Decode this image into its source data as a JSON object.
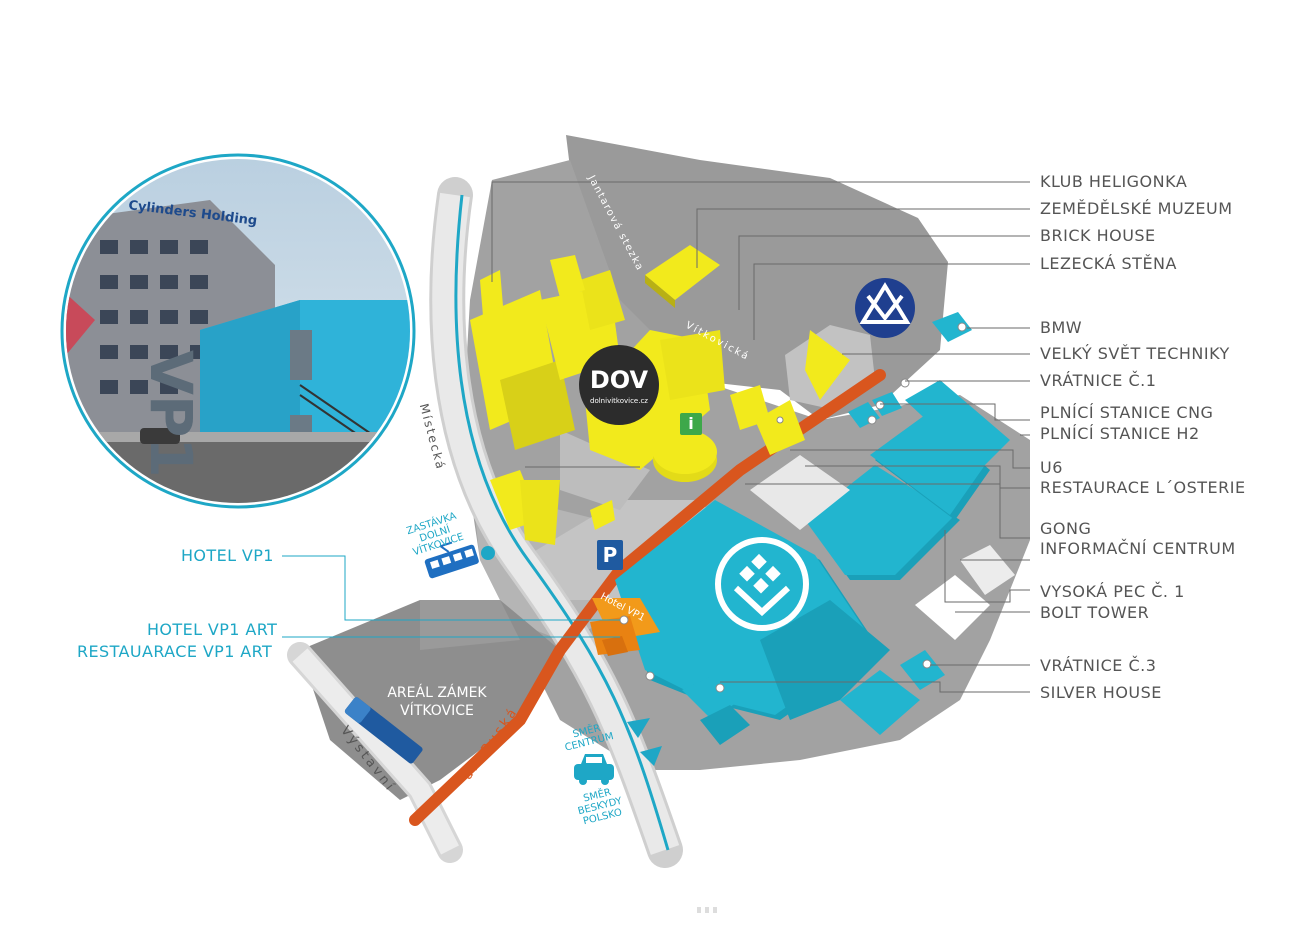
{
  "legend": {
    "right": [
      {
        "id": "klub",
        "label": "KLUB HELIGONKA"
      },
      {
        "id": "zemed",
        "label": "ZEMĚDĚLSKÉ MUZEUM"
      },
      {
        "id": "brick",
        "label": "BRICK HOUSE"
      },
      {
        "id": "lezecka",
        "label": "LEZECKÁ STĚNA"
      },
      {
        "id": "bmw",
        "label": "BMW"
      },
      {
        "id": "vst",
        "label": "VELKÝ SVĚT TECHNIKY"
      },
      {
        "id": "vratnice1",
        "label": "VRÁTNICE Č.1"
      },
      {
        "id": "cng",
        "label": "PLNÍCÍ STANICE CNG"
      },
      {
        "id": "h2",
        "label": "PLNÍCÍ STANICE H2"
      },
      {
        "id": "u6",
        "label": "U6"
      },
      {
        "id": "osterie",
        "label": "RESTAURACE L´OSTERIE"
      },
      {
        "id": "gong",
        "label": "GONG"
      },
      {
        "id": "ic",
        "label": "INFORMAČNÍ CENTRUM"
      },
      {
        "id": "pec",
        "label": "VYSOKÁ PEC Č. 1"
      },
      {
        "id": "bolt",
        "label": "BOLT TOWER"
      },
      {
        "id": "vratnice3",
        "label": "VRÁTNICE Č.3"
      },
      {
        "id": "silver",
        "label": "SILVER HOUSE"
      }
    ],
    "left": [
      {
        "id": "vp1",
        "label": "HOTEL VP1"
      },
      {
        "id": "vp1art",
        "label": "HOTEL VP1 ART"
      },
      {
        "id": "restvp1",
        "label": "RESTAUARACE VP1 ART"
      }
    ]
  },
  "map_text": {
    "dov": "DOV",
    "dov_url": "dolnivitkovice.cz",
    "parking": "P",
    "info": "i",
    "areal_line1": "AREÁL ZÁMEK",
    "areal_line2": "VÍTKOVICE",
    "stop_line1": "ZASTÁVKA",
    "stop_line2": "DOLNÍ",
    "stop_line3": "VÍTKOVICE",
    "dir_center_1": "SMĚR",
    "dir_center_2": "CENTRUM",
    "dir_beskydy_1": "SMĚR",
    "dir_beskydy_2": "BESKYDY",
    "dir_beskydy_3": "POLSKO",
    "street_mistecka": "Místecká",
    "street_jantarova": "Jantarová stezka",
    "street_vitkovicka": "Vítkovická",
    "street_ruska": "ul. Ruská",
    "street_vystavni": "Výstavní",
    "hotel_sign": "Hotel VP1",
    "photo_sign_company": "Cylinders Holding",
    "photo_sign_vp1": "VP1"
  },
  "colors": {
    "accent": "#1ea7c6",
    "building_blue": "#22b5cf",
    "building_yellow": "#f2ea1c",
    "road_orange": "#d9561e",
    "ground_grey": "#9c9c9c",
    "label_grey": "#555555"
  },
  "icons": [
    "dov-logo-icon",
    "info-icon",
    "parking-icon",
    "tram-icon",
    "car-icon",
    "vitkovice-logo-icon",
    "vst-logo-icon",
    "direction-arrow-icon"
  ]
}
